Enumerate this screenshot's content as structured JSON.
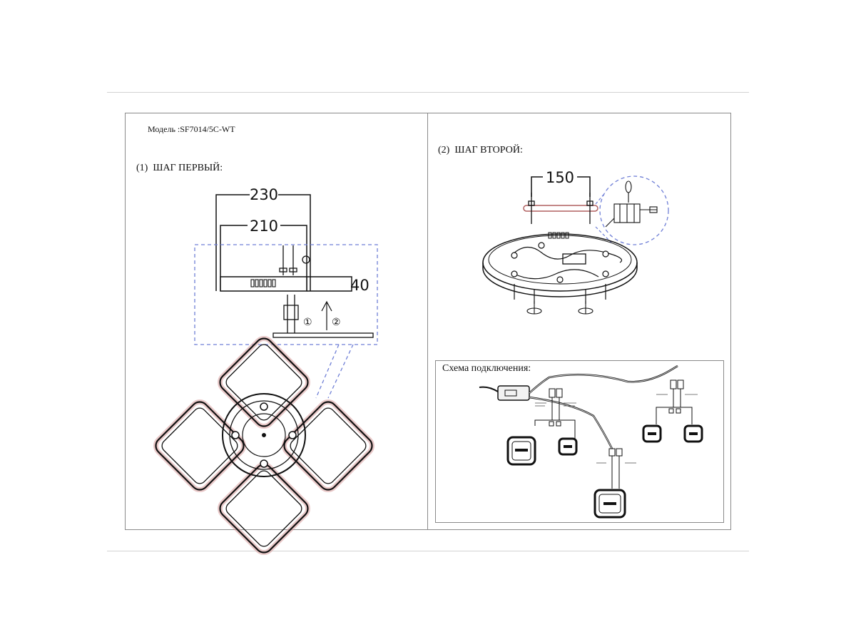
{
  "model_line": "Модель :SF7014/5C-WT",
  "step_one": {
    "number": "(1)",
    "title": "ШАГ ПЕРВЫЙ:",
    "dim_outer": "230",
    "dim_inner": "210",
    "dim_height": "40",
    "marker_1": "①",
    "marker_2": "②"
  },
  "step_two": {
    "number": "(2)",
    "title": "ШАГ ВТОРОЙ:",
    "dim_spacing": "150"
  },
  "wiring": {
    "title": "Схема подключения:"
  },
  "colors": {
    "line": "#111111",
    "dashed_callout": "#6f7fd6",
    "led_glow": "#d9a0a0",
    "frame": "#8a8a8a"
  }
}
